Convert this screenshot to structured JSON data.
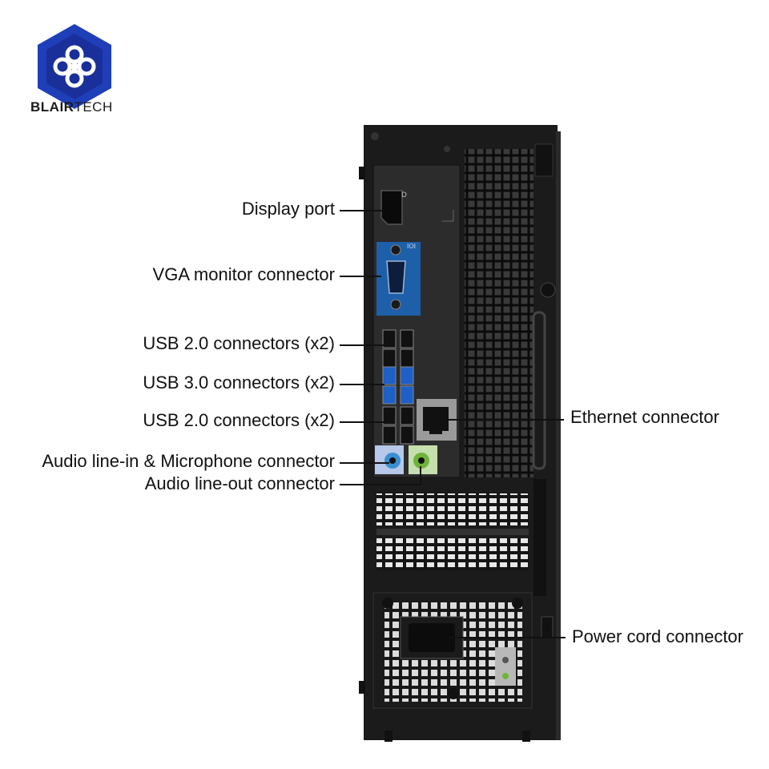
{
  "brand": {
    "name_bold": "BLAIR",
    "name_thin": "TECH",
    "primary_color": "#1f3fb8",
    "dark_color": "#0e1f6e",
    "icon": "clover-logo-icon"
  },
  "labels": {
    "display_port": "Display port",
    "vga": "VGA monitor connector",
    "usb2_top": "USB 2.0 connectors (x2)",
    "usb3": "USB 3.0 connectors (x2)",
    "usb2_bottom": "USB 2.0 connectors (x2)",
    "audio_in": "Audio line-in & Microphone connector",
    "audio_out": "Audio line-out connector",
    "ethernet": "Ethernet connector",
    "power": "Power cord connector"
  },
  "colors": {
    "chassis": "#1b1b1b",
    "panel": "#2a2a2a",
    "vga_blue": "#1d5fa8",
    "usb3_blue": "#1e5fc8",
    "audio_in_blue": "#3a8fd0",
    "audio_out_green": "#6fb43a",
    "audio_in_bg": "#b7c8e8",
    "audio_out_bg": "#c6dfae"
  }
}
